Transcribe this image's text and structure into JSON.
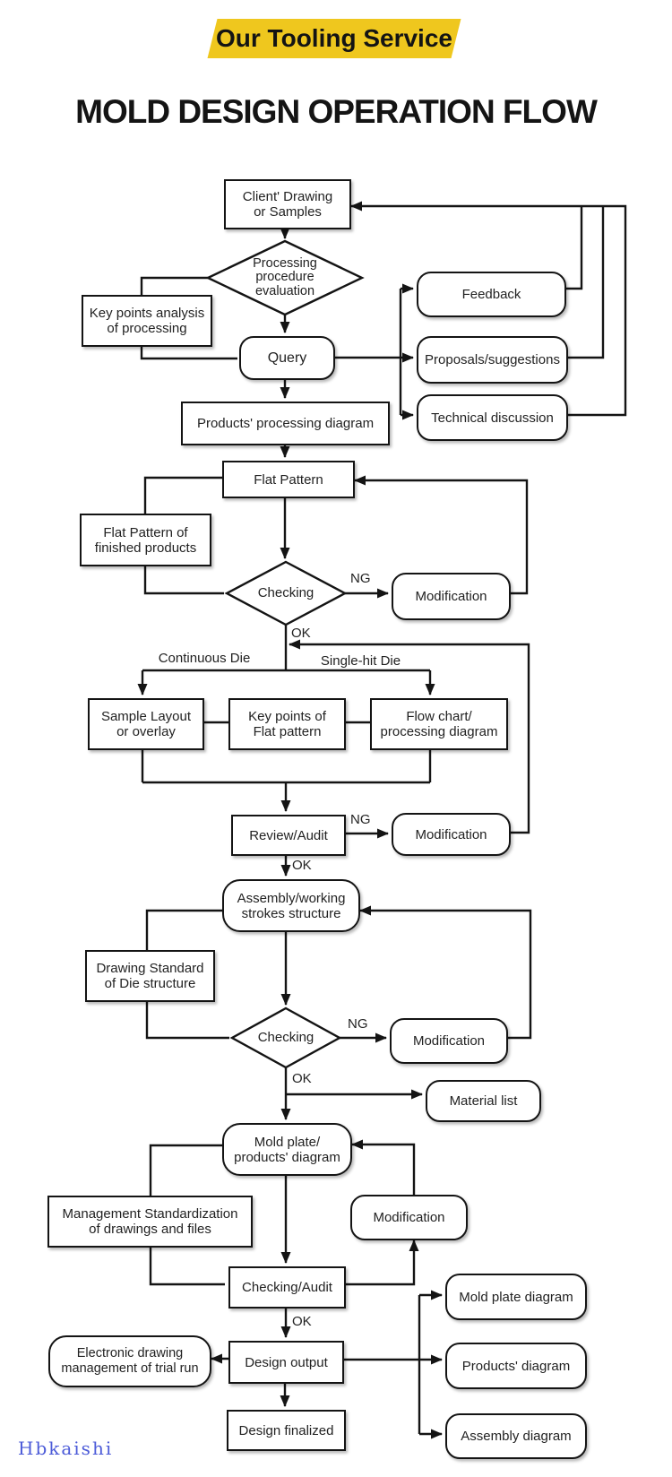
{
  "header": {
    "banner": "Our Tooling Service",
    "banner_bg": "#EFC71E",
    "title": "MOLD DESIGN OPERATION FLOW"
  },
  "nodes": {
    "client": {
      "label": "Client' Drawing\nor Samples",
      "shape": "rect"
    },
    "proc_eval": {
      "label": "Processing\nprocedure\nevaluation",
      "shape": "diamond"
    },
    "key_points": {
      "label": "Key points analysis\nof processing",
      "shape": "rect"
    },
    "query": {
      "label": "Query",
      "shape": "rounded"
    },
    "feedback": {
      "label": "Feedback",
      "shape": "rounded"
    },
    "proposals": {
      "label": "Proposals/suggestions",
      "shape": "rounded"
    },
    "technical": {
      "label": "Technical discussion",
      "shape": "rounded"
    },
    "products_processing": {
      "label": "Products' processing diagram",
      "shape": "rect"
    },
    "flat_pattern": {
      "label": "Flat Pattern",
      "shape": "rect"
    },
    "flat_finished": {
      "label": "Flat Pattern of\nfinished products",
      "shape": "rect"
    },
    "checking1": {
      "label": "Checking",
      "shape": "diamond"
    },
    "modification1": {
      "label": "Modification",
      "shape": "rounded"
    },
    "sample_layout": {
      "label": "Sample Layout\nor overlay",
      "shape": "rect"
    },
    "key_points_fp": {
      "label": "Key points of\nFlat pattern",
      "shape": "rect"
    },
    "flow_chart": {
      "label": "Flow chart/\nprocessing diagram",
      "shape": "rect"
    },
    "review_audit": {
      "label": "Review/Audit",
      "shape": "rect"
    },
    "modification2": {
      "label": "Modification",
      "shape": "rounded"
    },
    "assembly_working": {
      "label": "Assembly/working\nstrokes structure",
      "shape": "rounded"
    },
    "drawing_standard": {
      "label": "Drawing Standard\nof Die structure",
      "shape": "rect"
    },
    "checking2": {
      "label": "Checking",
      "shape": "diamond"
    },
    "modification3": {
      "label": "Modification",
      "shape": "rounded"
    },
    "material_list": {
      "label": "Material list",
      "shape": "rounded"
    },
    "mold_plate": {
      "label": "Mold plate/\nproducts' diagram",
      "shape": "rounded"
    },
    "management_std": {
      "label": "Management Standardization\nof drawings and files",
      "shape": "rect"
    },
    "modification4": {
      "label": "Modification",
      "shape": "rounded"
    },
    "checking_audit": {
      "label": "Checking/Audit",
      "shape": "rect"
    },
    "electronic_drawing": {
      "label": "Electronic drawing\nmanagement of trial run",
      "shape": "rounded"
    },
    "design_output": {
      "label": "Design output",
      "shape": "rect"
    },
    "design_finalized": {
      "label": "Design finalized",
      "shape": "rect"
    },
    "mold_plate_diag": {
      "label": "Mold plate diagram",
      "shape": "rounded"
    },
    "products_diag": {
      "label": "Products' diagram",
      "shape": "rounded"
    },
    "assembly_diag": {
      "label": "Assembly diagram",
      "shape": "rounded"
    }
  },
  "edge_labels": {
    "ng1": "NG",
    "ng2": "NG",
    "ng3": "NG",
    "ok1": "OK",
    "ok2": "OK",
    "ok3": "OK",
    "ok4": "OK",
    "continuous_die": "Continuous Die",
    "single_hit_die": "Single-hit Die"
  },
  "watermark": {
    "text": "Hbkaishi",
    "color": "#4C5BD8"
  }
}
